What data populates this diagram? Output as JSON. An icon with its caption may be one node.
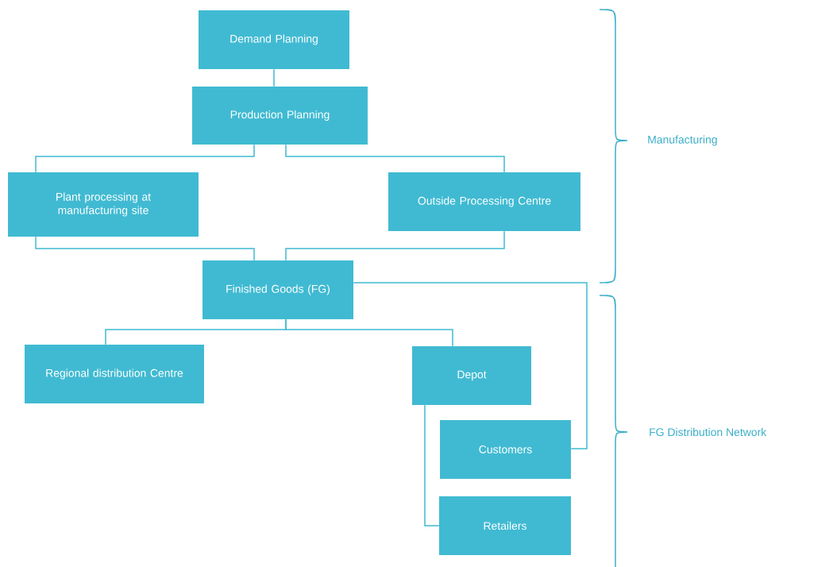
{
  "diagram": {
    "nodes": [
      {
        "text": [
          "Demand Planning"
        ]
      },
      {
        "text": [
          "Production Planning"
        ]
      },
      {
        "text": [
          "Plant processing at manufacturing site"
        ]
      },
      {
        "text": [
          "Outside Processing Centre"
        ]
      },
      {
        "text": [
          "Finished Goods (FG)"
        ]
      },
      {
        "text": [
          "Regional distribution Centre"
        ]
      },
      {
        "text": [
          "Depot"
        ]
      },
      {
        "text": [
          "Customers"
        ]
      },
      {
        "text": [
          "Retailers"
        ]
      }
    ],
    "edges": [
      {
        "from": 0,
        "to": 1,
        "arrow": "none"
      },
      {
        "from": 1,
        "to": 2,
        "arrow": "none"
      },
      {
        "from": 1,
        "to": 3,
        "arrow": "none"
      },
      {
        "from": 2,
        "to": 4,
        "arrow": "none"
      },
      {
        "from": 3,
        "to": 4,
        "arrow": "none"
      },
      {
        "from": 4,
        "to": 5,
        "arrow": "none"
      },
      {
        "from": 4,
        "to": 6,
        "arrow": "none"
      },
      {
        "from": 6,
        "to": 8,
        "arrow": "none"
      },
      {
        "from": 4,
        "to": 7,
        "arrow": "none"
      }
    ],
    "labels": [
      "Manufacturing",
      "FG Distribution Network"
    ]
  }
}
